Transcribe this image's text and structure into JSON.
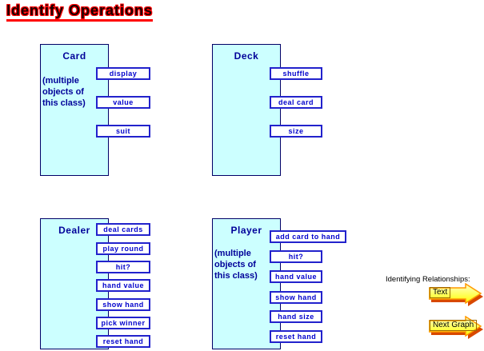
{
  "title": "Identify Operations",
  "boxes": {
    "card": {
      "title": "Card",
      "note": "(multiple\nobjects of\nthis class)",
      "operations": [
        "display",
        "value",
        "suit"
      ]
    },
    "deck": {
      "title": "Deck",
      "operations": [
        "shuffle",
        "deal card",
        "size"
      ]
    },
    "dealer": {
      "title": "Dealer",
      "operations": [
        "deal cards",
        "play round",
        "hit?",
        "hand value",
        "show hand",
        "pick winner",
        "reset hand"
      ]
    },
    "player": {
      "title": "Player",
      "note": "(multiple\nobjects of\nthis class)",
      "operations": [
        "add card to hand",
        "hit?",
        "hand value",
        "show hand",
        "hand size",
        "reset hand"
      ]
    }
  },
  "legend": {
    "label": "Identifying Relationships:",
    "buttons": [
      "Text",
      "Next Graph"
    ]
  },
  "colors": {
    "title_outline": "#ff0000",
    "box_fill": "#ccffff",
    "box_border": "#000066",
    "box_text": "#000099",
    "button_border": "#2222cc",
    "button_text": "#0000cc",
    "arrow_fill_light": "#ffffcc",
    "arrow_fill": "#ffff00",
    "arrow_border": "#ff9900",
    "arrow_shadow": "#d84800"
  }
}
